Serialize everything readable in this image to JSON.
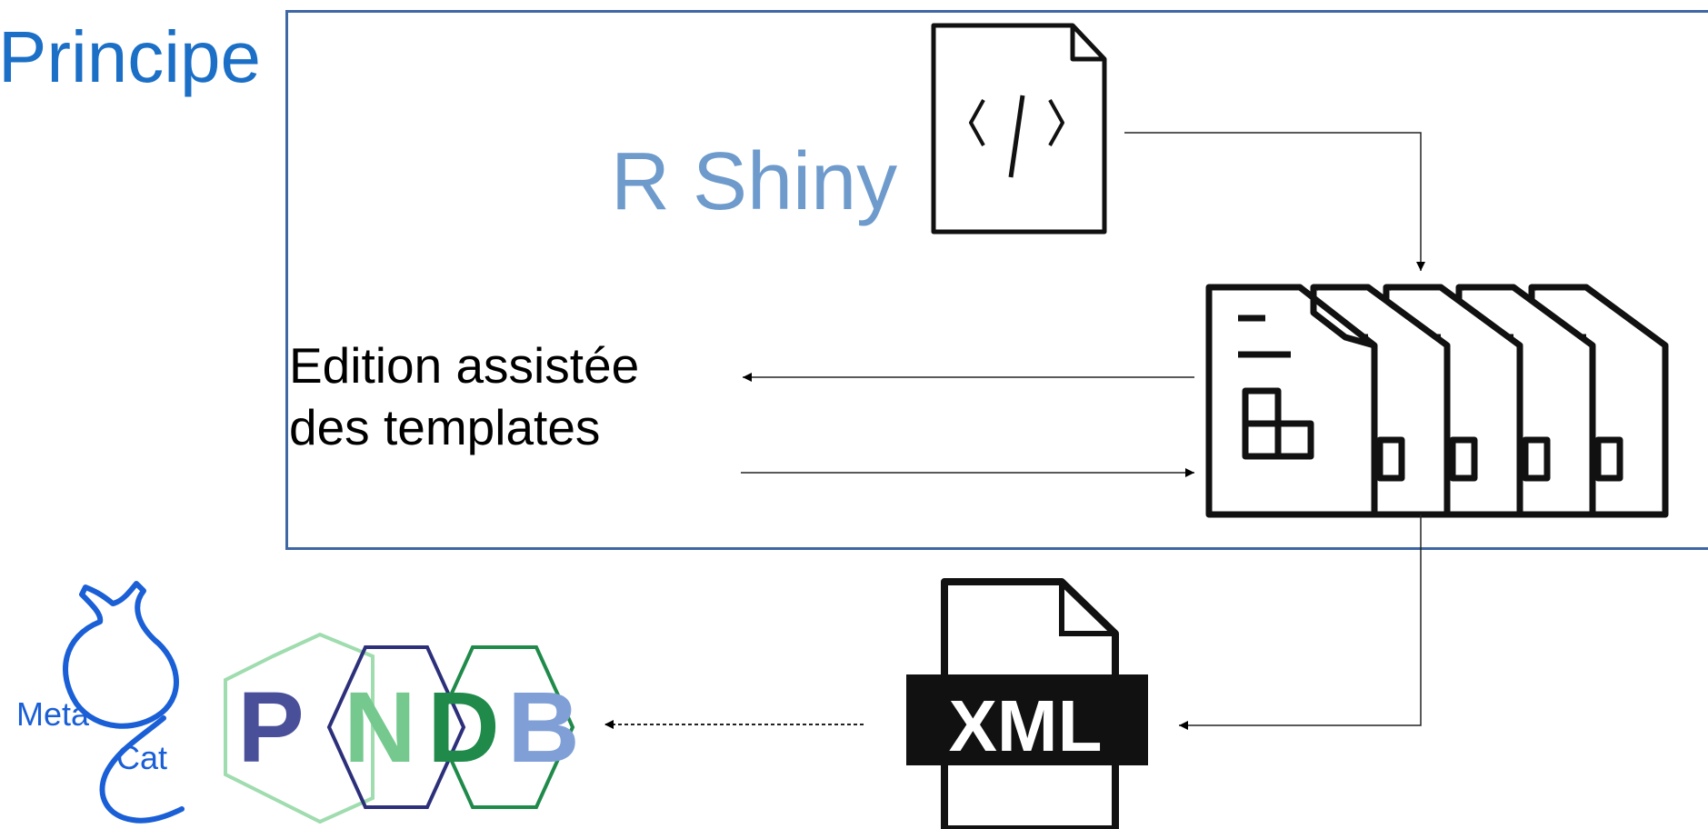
{
  "title": "Principe",
  "center_title": "R Shiny",
  "edit_label_line1": "Edition assistée",
  "edit_label_line2": "des templates",
  "xml_label": "XML",
  "metacat_logo": {
    "line1": "Meta",
    "line2": "Cat"
  },
  "pndb_logo": {
    "letters": [
      "P",
      "N",
      "D",
      "B"
    ]
  },
  "colors": {
    "title": "#1b6fc6",
    "r_shiny": "#6e9bcc",
    "frame": "#3f67a5",
    "metacat": "#1a5fd6",
    "pndb_dark": "#2c2f7a",
    "pndb_green": "#75c98f",
    "pndb_darkgreen": "#1f8a4a",
    "pndb_blue": "#7f9fd6"
  },
  "icons": [
    "code-file-icon",
    "template-documents-icon",
    "xml-file-icon"
  ]
}
